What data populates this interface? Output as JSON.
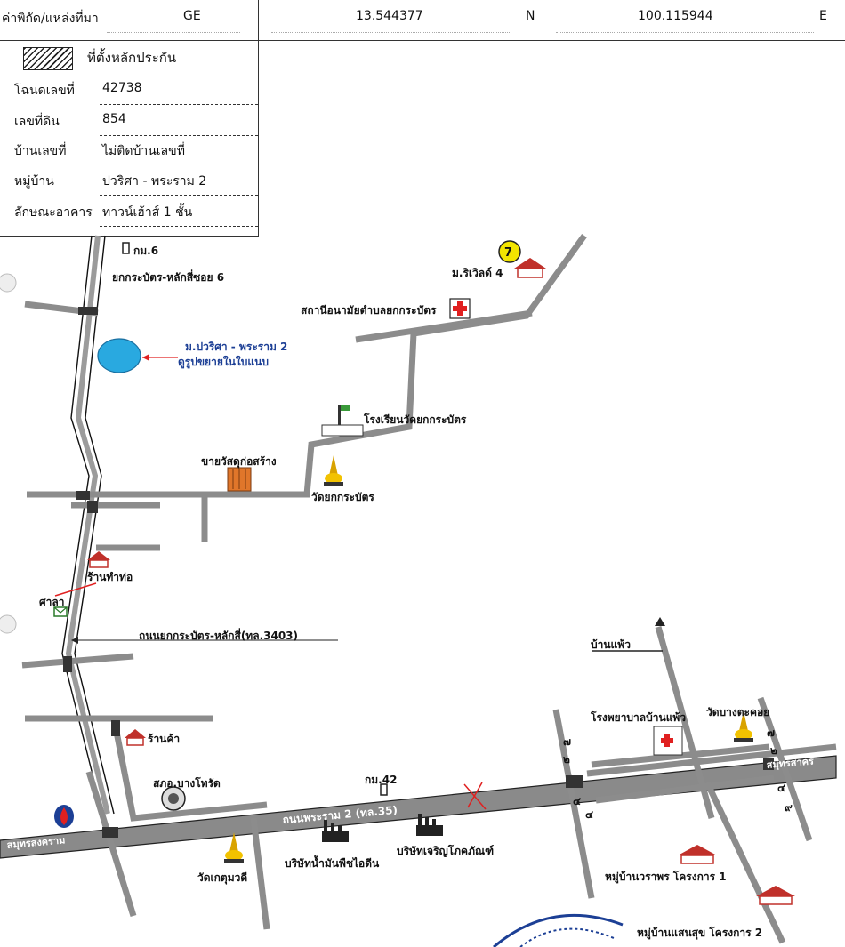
{
  "header": {
    "source_label": "ค่าพิกัด/แหล่งที่มา",
    "source_value": "GE",
    "latitude": "13.544377",
    "lat_unit": "N",
    "longitude": "100.115944",
    "lon_unit": "E"
  },
  "info": {
    "legend_label": "ที่ตั้งหลักประกัน",
    "rows": [
      {
        "label": "โฉนดเลขที่",
        "value": "42738"
      },
      {
        "label": "เลขที่ดิน",
        "value": "854"
      },
      {
        "label": "บ้านเลขที่",
        "value": "ไม่ติดบ้านเลขที่"
      },
      {
        "label": "หมู่บ้าน",
        "value": "ปวริศา - พระราม 2"
      },
      {
        "label": "ลักษณะอาคาร",
        "value": "ทาวน์เฮ้าส์ 1 ชั้น"
      }
    ]
  },
  "map": {
    "labels": {
      "km6": "กม.6",
      "soi6": "ยกกระบัตร-หลักสี่ซอย 6",
      "village_gold": "ม.ริเวิลด์ 4",
      "health_station": "สถานีอนามัยตำบลยกกระบัตร",
      "site_name": "ม.ปวริศา - พระราม 2",
      "site_note": "ดูรูปขยายในใบแนบ",
      "school": "โรงเรียนวัดยกกระบัตร",
      "material_shop": "ขายวัสดุก่อสร้าง",
      "temple_yok": "วัดยกกระบัตร",
      "pipe_shop": "ร้านทำท่อ",
      "sala": "ศาลา",
      "main_road": "ถนนยกกระบัตร-หลักสี่(ทล.3403)",
      "ban_phaeo": "บ้านแพ้ว",
      "hospital": "โรงพยาบาลบ้านแพ้ว",
      "temple_bang": "วัดบางตะคอย",
      "shop": "ร้านค้า",
      "police": "สภอ.บางโทรัด",
      "km42": "กม.42",
      "rama2": "ถนนพระราม 2 (ทล.35)",
      "samut_sakhon": "สมุทรสาคร",
      "samut_songkhram": "สมุทรสงคราม",
      "company1": "บริษัทน้ำมันพืชไอดีน",
      "company2": "บริษัทเจริญโภคภัณฑ์",
      "temple_ket": "วัดเกตุมวดี",
      "village_worapot": "หมู่บ้านวราพร โครงการ 1",
      "village_saensuk": "หมู่บ้านแสนสุข โครงการ 2",
      "num_7": "7",
      "road_1": "๗",
      "road_2": "๒",
      "road_3": "๔",
      "road_4": "๙"
    }
  },
  "colors": {
    "road": "#8c8c8c",
    "site": "#29a9e0",
    "blue_text": "#1c3f95",
    "red": "#e02020",
    "gold": "#f2c200"
  }
}
